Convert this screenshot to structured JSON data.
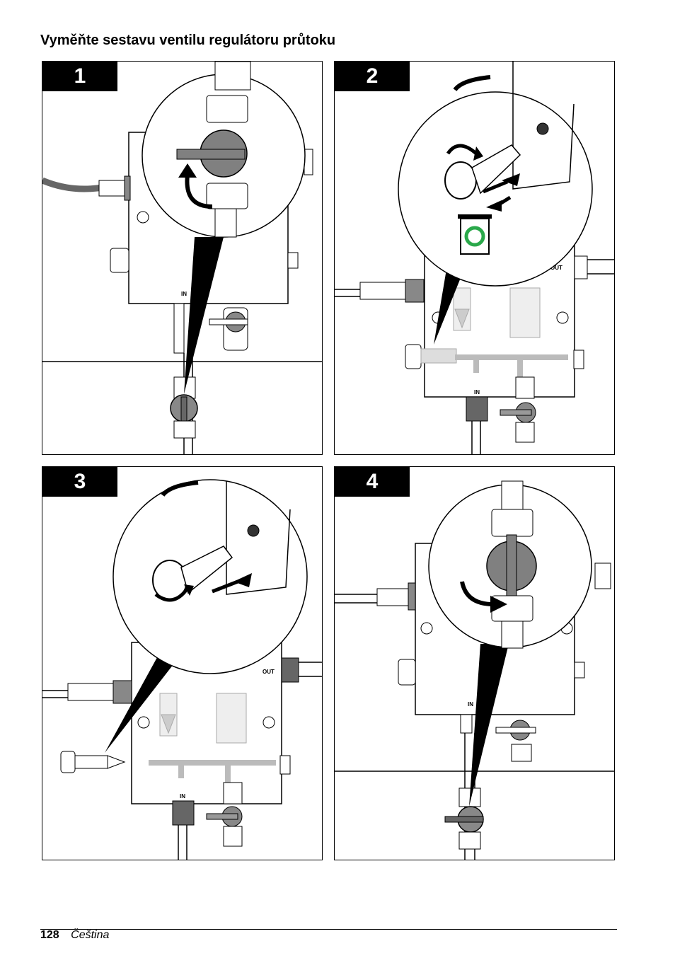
{
  "page": {
    "title": "Vyměňte sestavu ventilu regulátoru průtoku",
    "footer": {
      "page_number": "128",
      "language": "Čeština"
    }
  },
  "steps": [
    {
      "number": "1",
      "in_label": "IN"
    },
    {
      "number": "2",
      "in_label": "IN",
      "out_label": "OUT"
    },
    {
      "number": "3",
      "in_label": "IN",
      "out_label": "OUT"
    },
    {
      "number": "4",
      "in_label": "IN"
    }
  ],
  "icons": {
    "rotate_arrow": "curved-arrow-icon",
    "push_arrow": "arrow-icon",
    "recycle_bin": "recycle-bin-icon"
  },
  "colors": {
    "ink": "#000000",
    "valve_gray": "#808080",
    "light_gray": "#c8c8c8",
    "recycle_green": "#2aa84a"
  }
}
